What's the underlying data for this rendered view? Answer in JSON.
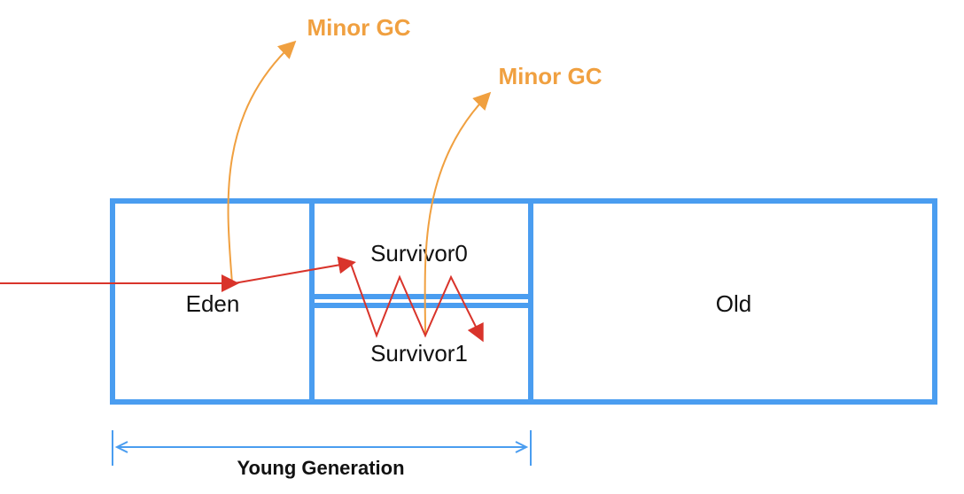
{
  "labels": {
    "minor_gc_1": "Minor GC",
    "minor_gc_2": "Minor GC",
    "eden": "Eden",
    "survivor0": "Survivor0",
    "survivor1": "Survivor1",
    "old": "Old",
    "young_generation": "Young Generation"
  },
  "colors": {
    "box": "#4a9df0",
    "gc_arrow": "#f0a040",
    "flow_arrow": "#d9342b",
    "span": "#4a9df0"
  }
}
